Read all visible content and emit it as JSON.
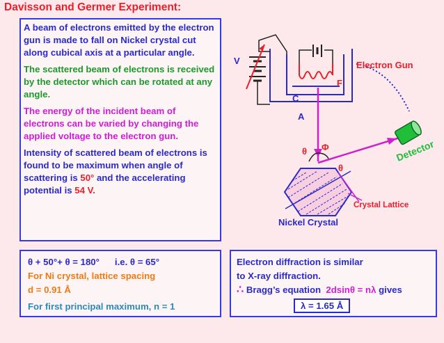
{
  "title": "Davisson and Germer Experiment:",
  "description": {
    "p1": "A beam of electrons emitted by the electron gun is made to fall on Nickel crystal cut along cubical axis at a particular angle.",
    "p2": "The scattered beam of electrons is received by the detector which can be rotated at any angle.",
    "p3": "The energy of the incident beam of electrons can be varied by changing the applied voltage to the electron gun.",
    "p4_a": "Intensity of scattered beam of electrons is found to be maximum when angle of scattering is ",
    "p4_angle": "50°",
    "p4_b": " and the accelerating potential is ",
    "p4_voltage": "54 V."
  },
  "calc": {
    "line1_a": "θ + 50°+ θ = 180°",
    "line1_b": "i.e.  θ = 65°",
    "line2": "For Ni crystal, lattice spacing",
    "line3": "d = 0.91 Å",
    "line4": "For first principal maximum, n = 1"
  },
  "result": {
    "line1": "Electron diffraction is similar",
    "line2": "to X-ray diffraction.",
    "therefore": "∴",
    "bragg_a": "Bragg’s equation",
    "bragg_eq": "2dsinθ = nλ",
    "bragg_b": "gives",
    "answer": "λ = 1.65 Å"
  },
  "diagram": {
    "label_v": "V",
    "label_c": "C",
    "label_f": "F",
    "label_a": "A",
    "label_gun": "Electron Gun",
    "label_detector": "Detector",
    "label_theta1": "θ",
    "label_phi": "Φ",
    "label_theta2": "θ",
    "label_lattice": "Crystal Lattice",
    "label_nickel": "Nickel Crystal"
  },
  "colors": {
    "title": "#e8202a",
    "border": "#3a3ad6",
    "beam": "#cc22cc",
    "detector": "#1a9a2a"
  }
}
